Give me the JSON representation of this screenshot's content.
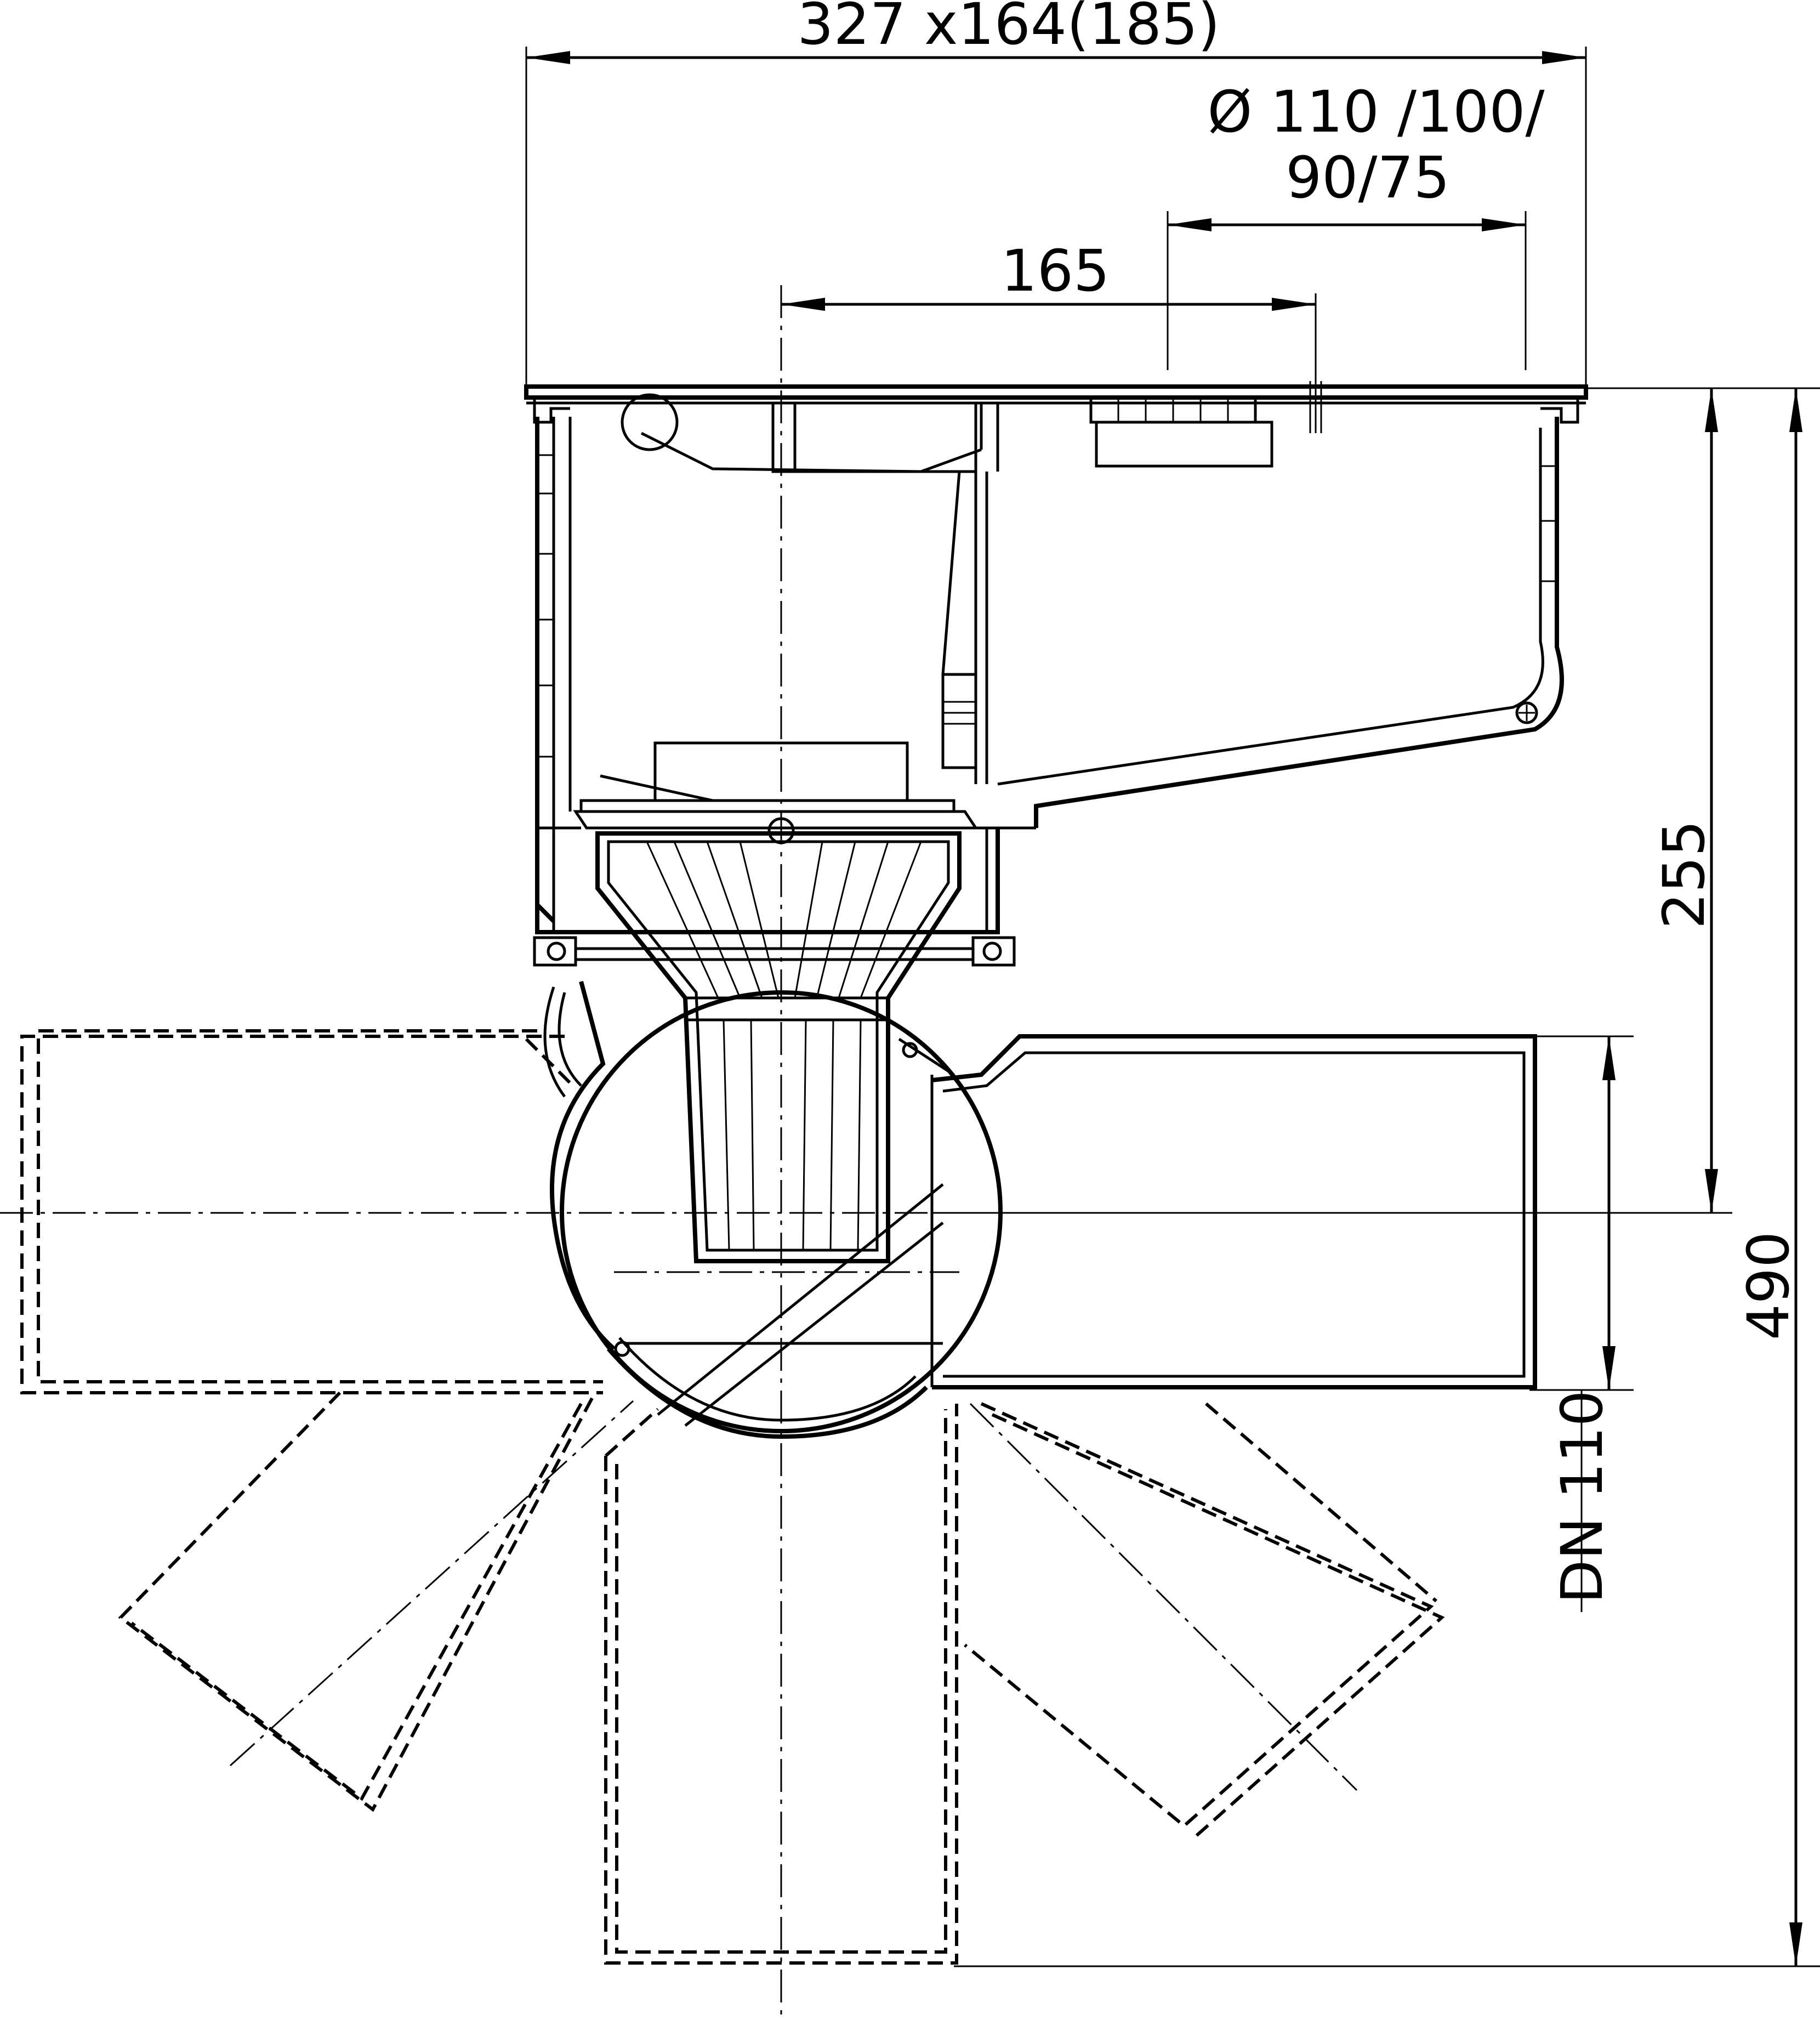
{
  "dimensions": {
    "overall_width": "327 x164(185)",
    "outlet_diameter_line1": "Ø 110 /100/",
    "outlet_diameter_line2": "90/75",
    "offset": "165",
    "height_to_outlet": "255",
    "total_height": "490",
    "outlet_nominal": "DN 110"
  },
  "colors": {
    "line": "#000000",
    "background": "#ffffff"
  }
}
